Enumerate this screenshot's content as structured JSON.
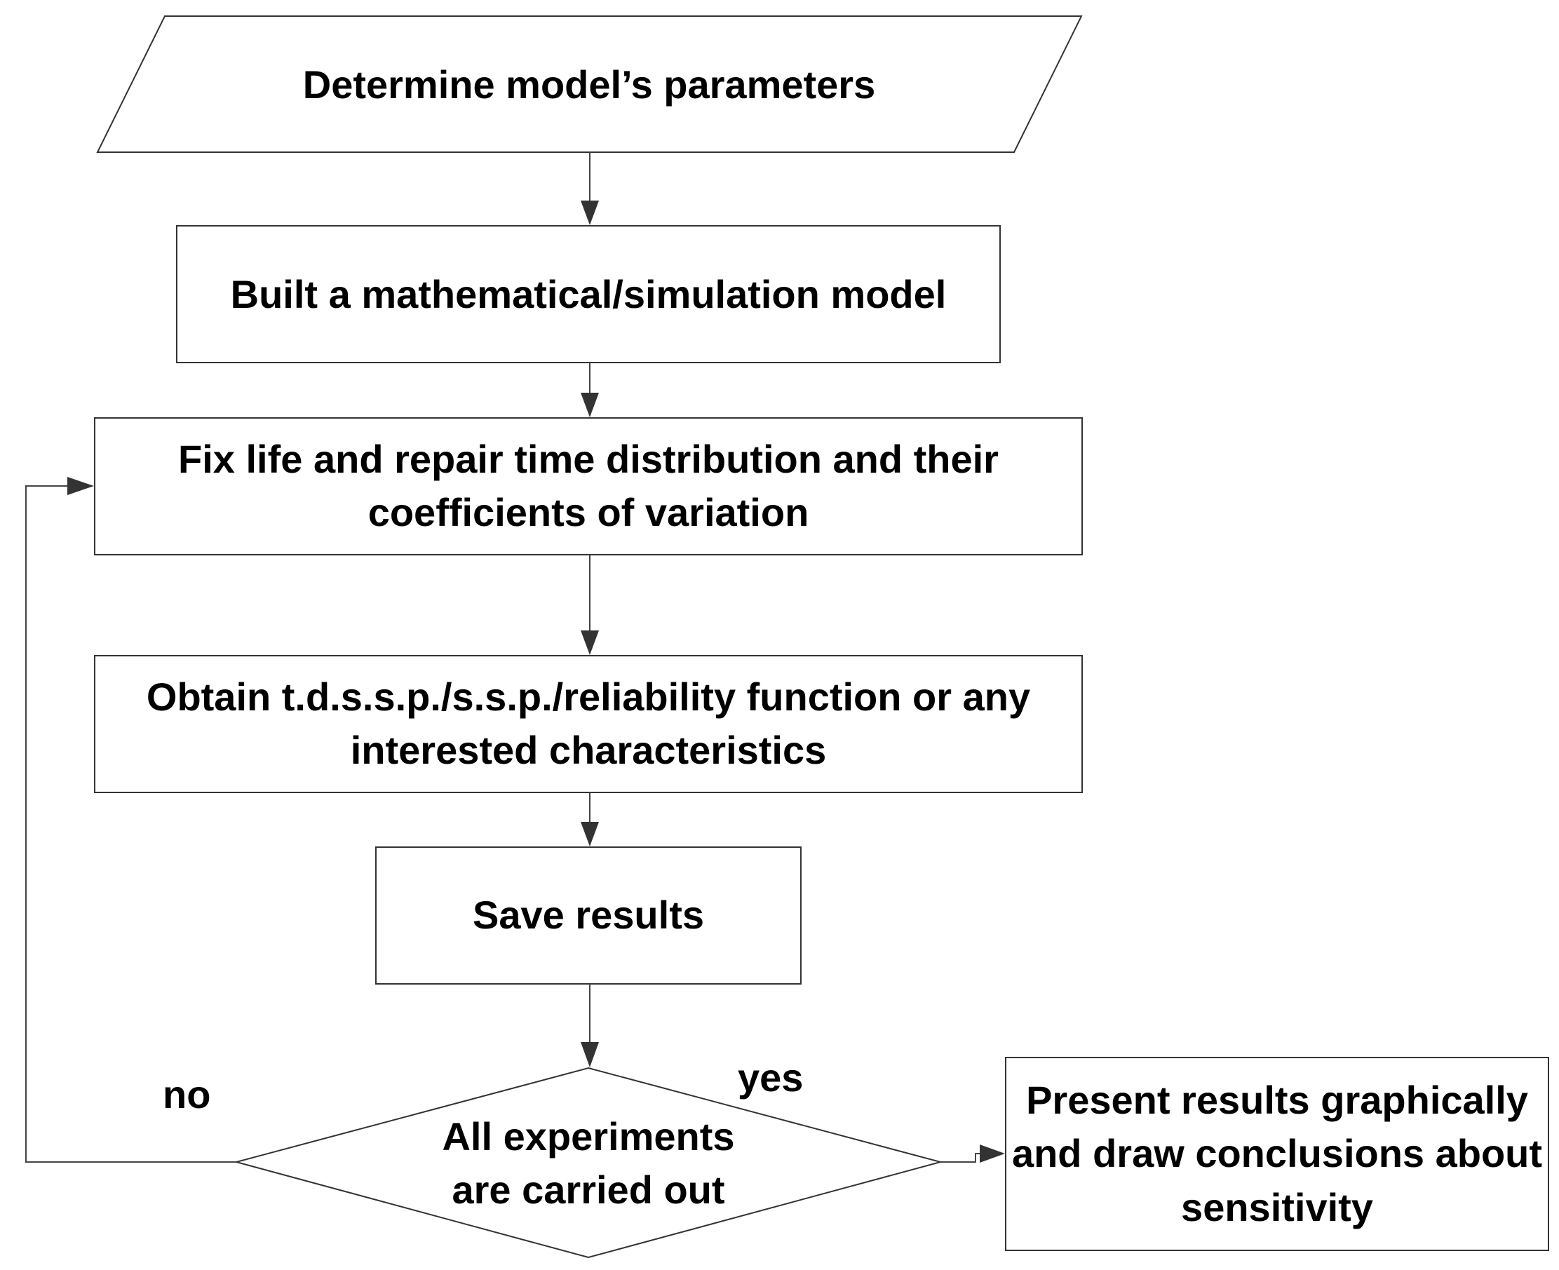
{
  "diagram": {
    "type": "flowchart",
    "nodes": {
      "input": {
        "shape": "parallelogram",
        "lines": [
          "Determine model’s parameters"
        ]
      },
      "build": {
        "shape": "process",
        "lines": [
          "Built a mathematical/simulation model"
        ]
      },
      "fix": {
        "shape": "process",
        "lines": [
          "Fix life and repair time distribution and their",
          "coefficients of variation"
        ]
      },
      "obtain": {
        "shape": "process",
        "lines": [
          "Obtain t.d.s.s.p./s.s.p./reliability function or any",
          "interested characteristics"
        ]
      },
      "save": {
        "shape": "process",
        "lines": [
          "Save results"
        ]
      },
      "decision": {
        "shape": "decision",
        "lines": [
          "All experiments",
          "are carried out"
        ]
      },
      "present": {
        "shape": "process",
        "lines": [
          "Present results graphically",
          "and draw conclusions about",
          "sensitivity"
        ]
      }
    },
    "edges": {
      "no_label": "no",
      "yes_label": "yes"
    }
  }
}
